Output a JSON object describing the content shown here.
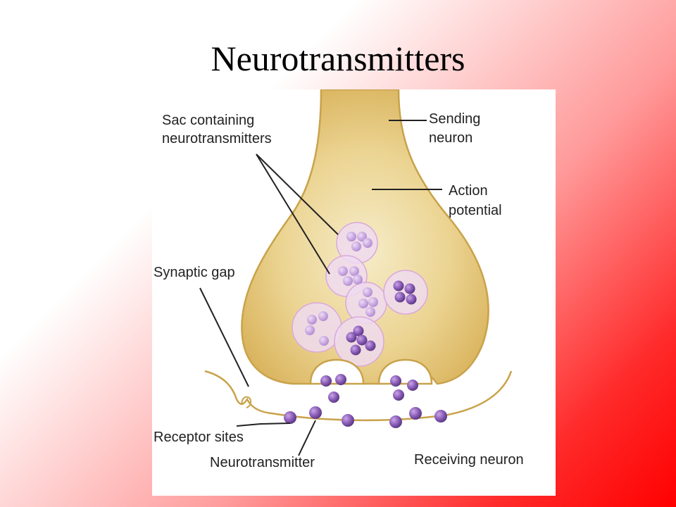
{
  "slide": {
    "title": "Neurotransmitters"
  },
  "diagram": {
    "labels": {
      "sac_line1": "Sac containing",
      "sac_line2": "neurotransmitters",
      "sending_line1": "Sending",
      "sending_line2": "neuron",
      "action_line1": "Action",
      "action_line2": "potential",
      "synaptic_gap": "Synaptic gap",
      "receptor_sites": "Receptor sites",
      "neurotransmitter": "Neurotransmitter",
      "receiving_neuron": "Receiving neuron"
    },
    "colors": {
      "background_gradient": [
        "#ffffff",
        "#ff0000"
      ],
      "neuron_fill": "#e8cf8a",
      "neuron_outline": "#c9a24a",
      "vesicle_fill": "#e8c8e8",
      "transmitter": "#7a4fa8"
    }
  }
}
